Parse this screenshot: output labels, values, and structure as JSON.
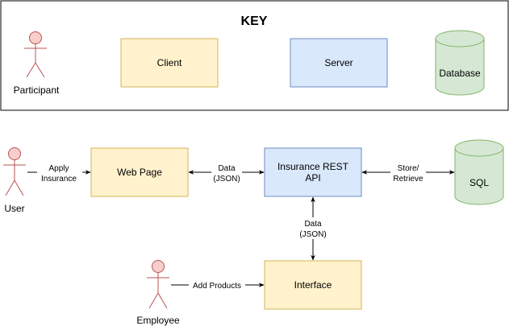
{
  "key": {
    "title": "KEY",
    "participant_label": "Participant",
    "client_label": "Client",
    "server_label": "Server",
    "database_label": "Database"
  },
  "nodes": {
    "user_label": "User",
    "web_page_label": "Web Page",
    "api_label_line1": "Insurance REST",
    "api_label_line2": "API",
    "sql_label": "SQL",
    "interface_label": "Interface",
    "employee_label": "Employee"
  },
  "edges": {
    "apply_line1": "Apply",
    "apply_line2": "Insurance",
    "data_web_line1": "Data",
    "data_web_line2": "(JSON)",
    "store_line1": "Store/",
    "store_line2": "Retrieve",
    "data_iface_line1": "Data",
    "data_iface_line2": "(JSON)",
    "add_products": "Add Products"
  },
  "colors": {
    "participant_fill": "#f8cecc",
    "participant_stroke": "#b85450",
    "client_fill": "#fff2cc",
    "client_stroke": "#d6b656",
    "server_fill": "#dae8fc",
    "server_stroke": "#6c8ebf",
    "database_fill": "#d5e8d4",
    "database_stroke": "#82b366"
  }
}
